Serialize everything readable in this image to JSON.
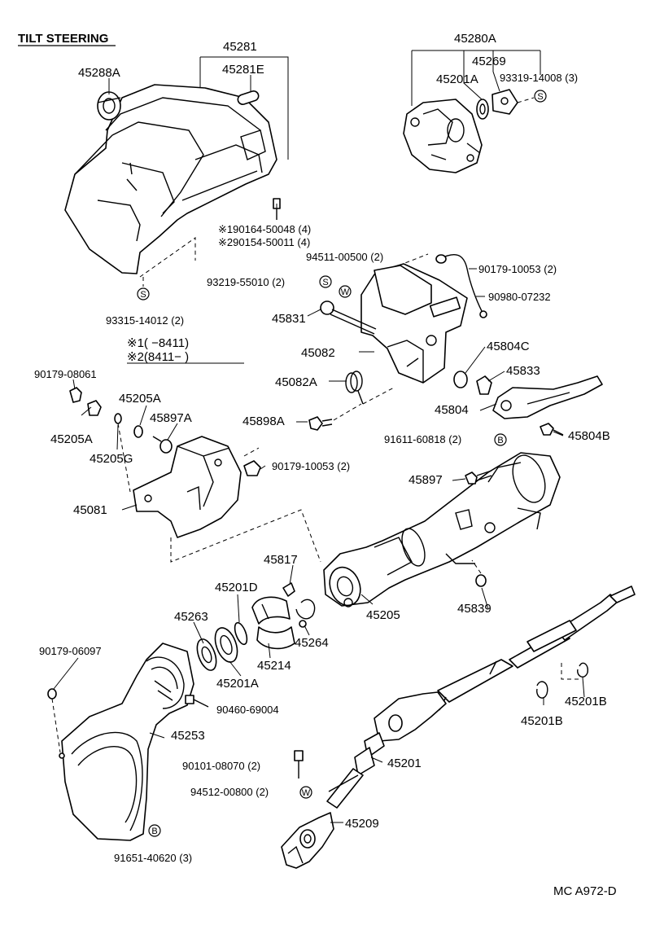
{
  "title": "TILT STEERING",
  "footer": "MC A972-D",
  "notes": {
    "n1": "※1(     −8411)",
    "n2": "※2(8411−      )"
  },
  "symbols": {
    "S": "S",
    "W": "W",
    "B": "B"
  },
  "labels": {
    "p45281": "45281",
    "p45281E": "45281E",
    "p45288A": "45288A",
    "p45280A": "45280A",
    "p45269": "45269",
    "p45201A_top": "45201A",
    "p93319": "93319-14008 (3)",
    "p90164": "※190164-50048 (4)",
    "p90154": "※290154-50011 (4)",
    "p94511": "94511-00500 (2)",
    "p90179_10053a": "90179-10053 (2)",
    "p93219": "93219-55010 (2)",
    "p90980": "90980-07232",
    "p93315": "93315-14012 (2)",
    "p45831": "45831",
    "p45082": "45082",
    "p45804C": "45804C",
    "p45833": "45833",
    "p90179_08061": "90179-08061",
    "p45082A": "45082A",
    "p45804": "45804",
    "p45205A_a": "45205A",
    "p45205A_b": "45205A",
    "p45897A": "45897A",
    "p45898A": "45898A",
    "p45804B": "45804B",
    "p45205G": "45205G",
    "p91611": "91611-60818 (2)",
    "p90179_10053b": "90179-10053 (2)",
    "p45897": "45897",
    "p45081": "45081",
    "p45817": "45817",
    "p45201D": "45201D",
    "p45263": "45263",
    "p45205": "45205",
    "p45839": "45839",
    "p45264": "45264",
    "p45214": "45214",
    "p45201A_bot": "45201A",
    "p90179_06097": "90179-06097",
    "p90460": "90460-69004",
    "p45201B_a": "45201B",
    "p45201B_b": "45201B",
    "p45253": "45253",
    "p90101": "90101-08070 (2)",
    "p45201": "45201",
    "p94512": "94512-00800 (2)",
    "p45209": "45209",
    "p91651": "91651-40620 (3)"
  }
}
